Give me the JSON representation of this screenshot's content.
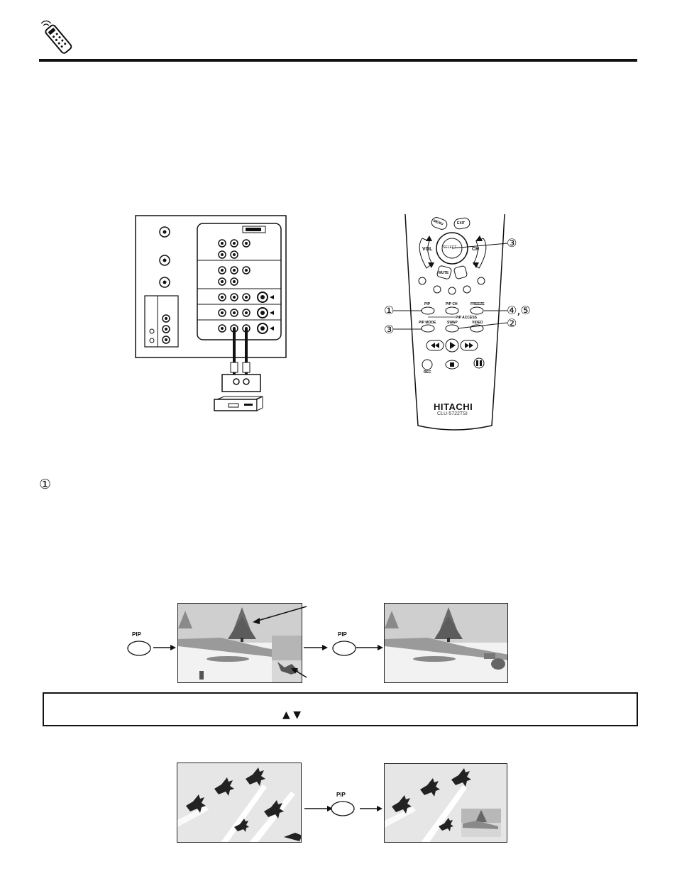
{
  "callouts": {
    "c1": "①",
    "c2": "②",
    "c3a": "③",
    "c3b": "③",
    "c45": "④,⑤",
    "step1": "①"
  },
  "remote": {
    "menu": "MENU",
    "exit": "EXIT",
    "vol": "VOL",
    "ch": "CH",
    "select": "SELECT",
    "mute": "MUTE",
    "pip": "PIP",
    "pip_ch": "PIP CH",
    "freeze": "FREEZE",
    "pip_access": "PIP ACCESS",
    "pip_mode": "PIP MODE",
    "swap": "SWAP",
    "video": "VIDEO",
    "rec": "REC",
    "brand": "HITACHI",
    "model": "CLU-5722TSI"
  },
  "diagram": {
    "pip_label_1": "PIP",
    "pip_label_2": "PIP",
    "pip_label_3": "PIP"
  },
  "note": {
    "arrows": "▲ ▼"
  },
  "icons": {
    "header": "remote-control-icon"
  }
}
